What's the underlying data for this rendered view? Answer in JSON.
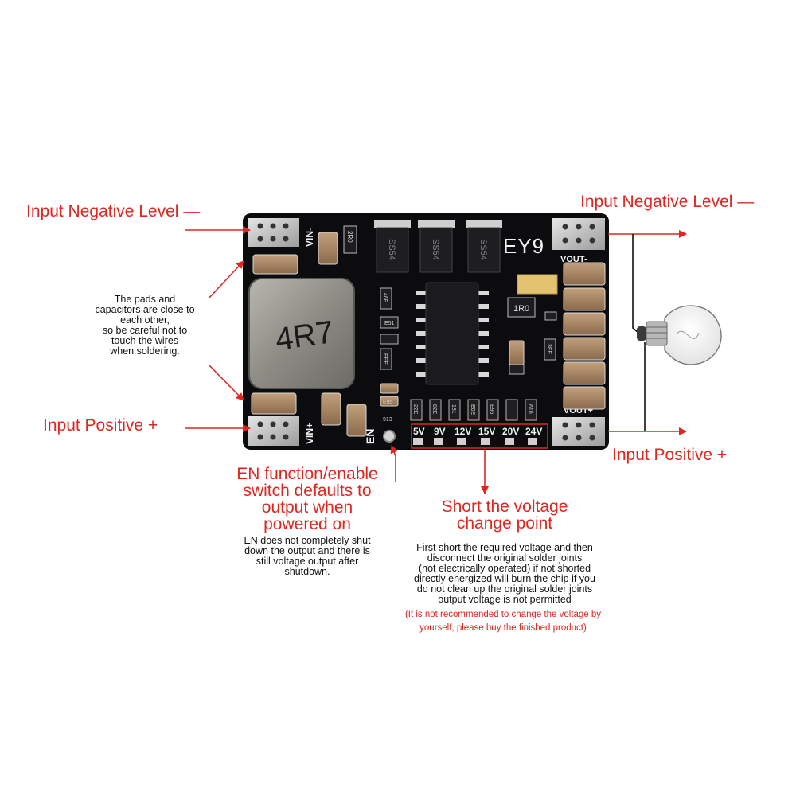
{
  "labels": {
    "input_negative_left": "Input Negative Level —",
    "input_negative_right": "Input Negative Level —",
    "input_positive_left": "Input Positive +",
    "input_positive_right": "Input Positive +",
    "pads_note": [
      "The pads and",
      "capacitors are close to",
      "each other,",
      "so be careful not to",
      "touch the wires",
      "when soldering."
    ],
    "en_title": [
      "EN function/enable",
      "switch defaults to",
      "output when",
      "powered on"
    ],
    "en_note": [
      "EN does not completely shut",
      "down the output and there is",
      "still voltage output after",
      "shutdown."
    ],
    "short_title": [
      "Short the voltage",
      "change point"
    ],
    "short_note": [
      "First short the required voltage and then",
      "disconnect the original solder joints",
      "(not electrically operated) if not shorted",
      "directly energized will burn the chip if you",
      "do not clean up the original solder joints",
      "output voltage is not permitted"
    ],
    "short_warning": [
      "(It is not recommended to change the voltage by",
      "yourself, please buy the finished product)"
    ]
  },
  "board": {
    "vin_minus": "VIN-",
    "vin_plus": "VIN+",
    "vout_minus": "VOUT-",
    "vout_plus": "VOUT+",
    "en": "EN",
    "brand": "EY9",
    "inductor": "4R7",
    "diode_marking": "SS54",
    "resistor_1r0": "1R0",
    "resistor_2r0": "2R0",
    "voltages": [
      "5V",
      "9V",
      "12V",
      "15V",
      "20V",
      "24V"
    ],
    "small_markings": [
      "22E",
      "82E",
      "181",
      "E0E",
      "E95",
      "610",
      "E95",
      "913",
      "46E",
      "E51",
      "EEE",
      "3EE"
    ]
  },
  "colors": {
    "accent_red": "#e0261f",
    "pcb": "#0c0c0e",
    "pad_silver": "#c9c9c9",
    "capacitor": "#a2805e"
  }
}
